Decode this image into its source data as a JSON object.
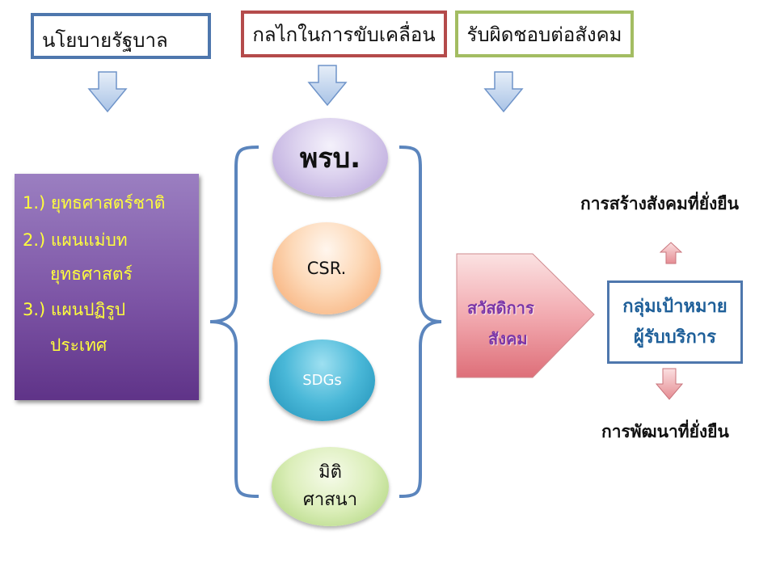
{
  "headers": {
    "policy": "นโยบายรัฐบาล",
    "mechanism": "กลไกในการขับเคลื่อน",
    "responsibility": "รับผิดชอบต่อสังคม"
  },
  "policy_box": {
    "items": [
      "1.)  ยุทธศาสตร์ชาติ",
      "2.) แผนแม่บท",
      "ยุทธศาสตร์",
      "3.) แผนปฏิรูป",
      "ประเทศ"
    ]
  },
  "mechanisms": {
    "act": "พรบ.",
    "csr": "CSR.",
    "sdgs": "SDGs",
    "religion_line1": "มิติ",
    "religion_line2": "ศาสนา"
  },
  "welfare": {
    "line1": "สวัสดิการ",
    "line2": "สังคม"
  },
  "target": {
    "line1": "กลุ่มเป้าหมาย",
    "line2": "ผู้รับบริการ"
  },
  "outcomes": {
    "top": "การสร้างสังคมที่ยั่งยืน",
    "bottom": "การพัฒนาที่ยั่งยืน"
  },
  "colors": {
    "policy_border": "#4e77ad",
    "mechanism_border": "#b44b4b",
    "responsibility_border": "#a3bd62",
    "policy_fill": "#7d55a6",
    "policy_text": "#ffff3c",
    "welfare_text": "#7b36a7",
    "target_text": "#1e5f99"
  }
}
